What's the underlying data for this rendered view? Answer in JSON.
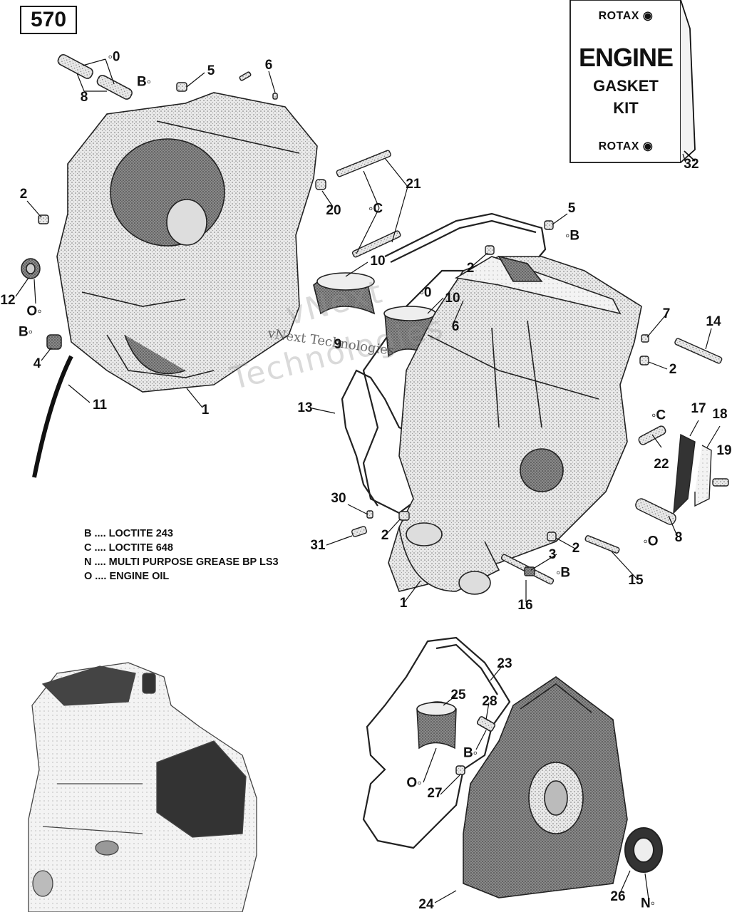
{
  "diagram_number": "570",
  "kit": {
    "brand_top": "ROTAX",
    "line1": "ENGINE",
    "line2": "GASKET",
    "line3": "KIT",
    "brand_bottom": "ROTAX",
    "callout": "32"
  },
  "legend": [
    "B .... LOCTITE 243",
    "C .... LOCTITE 648",
    "N .... MULTI PURPOSE GREASE BP LS3",
    "O .... ENGINE OIL"
  ],
  "watermark": {
    "text1": "vNext",
    "text2": "Technologies",
    "small": "vNext Technologies"
  },
  "callouts": [
    {
      "id": "c8a",
      "label": "8"
    },
    {
      "id": "c0a",
      "label": "0",
      "symbol": "drop-icon"
    },
    {
      "id": "c5a",
      "label": "5"
    },
    {
      "id": "cBa",
      "label": "B",
      "symbol": "drop-icon"
    },
    {
      "id": "c6a",
      "label": "6"
    },
    {
      "id": "c2a",
      "label": "2"
    },
    {
      "id": "c12",
      "label": "12"
    },
    {
      "id": "c0b",
      "label": "O",
      "symbol": "drop-icon"
    },
    {
      "id": "cBb",
      "label": "B",
      "symbol": "drop-icon"
    },
    {
      "id": "c4",
      "label": "4"
    },
    {
      "id": "c11",
      "label": "11"
    },
    {
      "id": "c1a",
      "label": "1"
    },
    {
      "id": "c20",
      "label": "20"
    },
    {
      "id": "cCa",
      "label": "C",
      "symbol": "drop-icon"
    },
    {
      "id": "c21",
      "label": "21"
    },
    {
      "id": "c10a",
      "label": "10"
    },
    {
      "id": "c5b",
      "label": "5"
    },
    {
      "id": "cBc",
      "label": "B",
      "symbol": "drop-icon"
    },
    {
      "id": "c2b",
      "label": "2"
    },
    {
      "id": "c0c",
      "label": "0",
      "symbol": "drop-icon"
    },
    {
      "id": "c10b",
      "label": "10"
    },
    {
      "id": "c6b",
      "label": "6"
    },
    {
      "id": "c9",
      "label": "9"
    },
    {
      "id": "c7",
      "label": "7"
    },
    {
      "id": "c14",
      "label": "14"
    },
    {
      "id": "c2c",
      "label": "2"
    },
    {
      "id": "c13",
      "label": "13"
    },
    {
      "id": "cCb",
      "label": "C",
      "symbol": "drop-icon"
    },
    {
      "id": "c17",
      "label": "17"
    },
    {
      "id": "c18",
      "label": "18"
    },
    {
      "id": "c19",
      "label": "19"
    },
    {
      "id": "c22",
      "label": "22"
    },
    {
      "id": "c30",
      "label": "30"
    },
    {
      "id": "c31",
      "label": "31"
    },
    {
      "id": "c2d",
      "label": "2"
    },
    {
      "id": "c8b",
      "label": "8"
    },
    {
      "id": "c0d",
      "label": "O",
      "symbol": "drop-icon"
    },
    {
      "id": "c3",
      "label": "3"
    },
    {
      "id": "c2e",
      "label": "2"
    },
    {
      "id": "cBd",
      "label": "B",
      "symbol": "drop-icon"
    },
    {
      "id": "c15",
      "label": "15"
    },
    {
      "id": "c16",
      "label": "16"
    },
    {
      "id": "c1b",
      "label": "1"
    },
    {
      "id": "c23",
      "label": "23"
    },
    {
      "id": "c25",
      "label": "25"
    },
    {
      "id": "c28",
      "label": "28"
    },
    {
      "id": "cBe",
      "label": "B",
      "symbol": "drop-icon"
    },
    {
      "id": "c0e",
      "label": "O",
      "symbol": "drop-icon"
    },
    {
      "id": "c27",
      "label": "27"
    },
    {
      "id": "c24",
      "label": "24"
    },
    {
      "id": "c26",
      "label": "26"
    },
    {
      "id": "cNa",
      "label": "N",
      "symbol": "drop-icon"
    }
  ]
}
